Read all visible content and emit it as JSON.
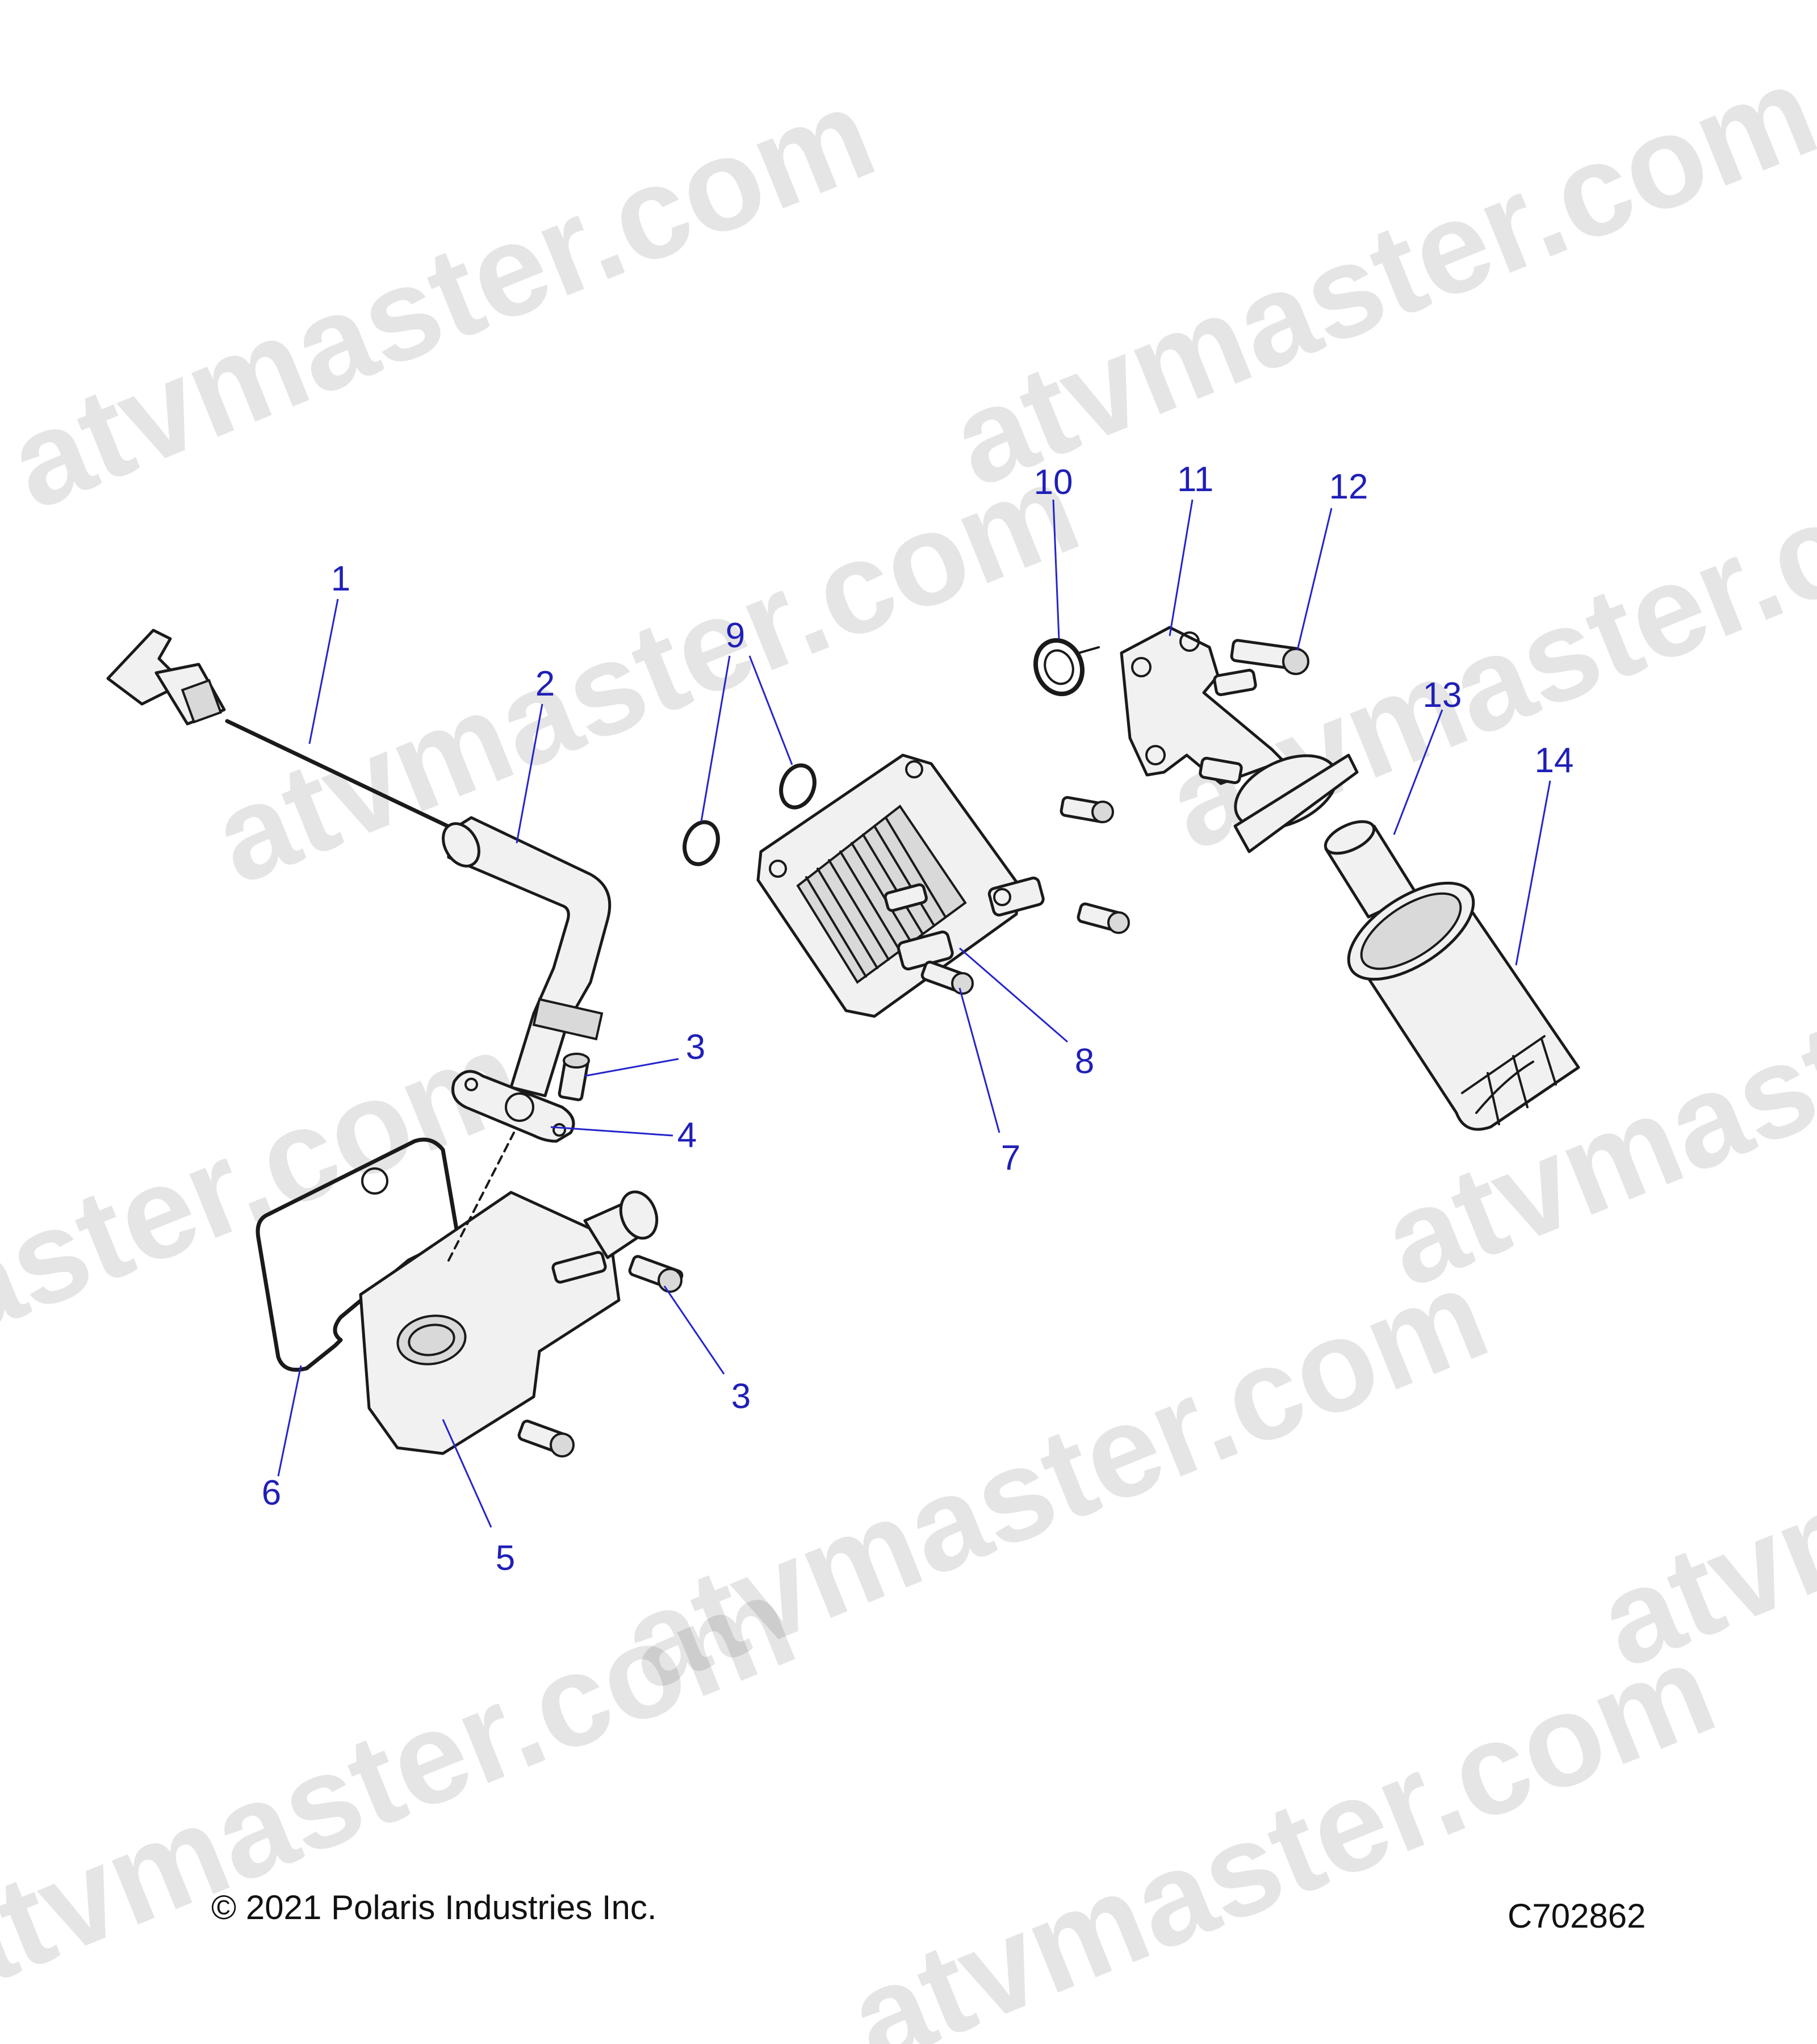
{
  "watermark_text": "atvmaster.com",
  "copyright": "© 2021 Polaris Industries Inc.",
  "diagram_id": "C702862",
  "callouts": {
    "c1": "1",
    "c2": "2",
    "c3a": "3",
    "c3b": "3",
    "c4": "4",
    "c5": "5",
    "c6": "6",
    "c7": "7",
    "c8": "8",
    "c9": "9",
    "c10": "10",
    "c11": "11",
    "c12": "12",
    "c13": "13",
    "c14": "14"
  },
  "colors": {
    "callout": "#1f1fb8",
    "leader": "#2424cc",
    "linework": "#1a1a1a",
    "part_fill": "#f1f1f1"
  }
}
